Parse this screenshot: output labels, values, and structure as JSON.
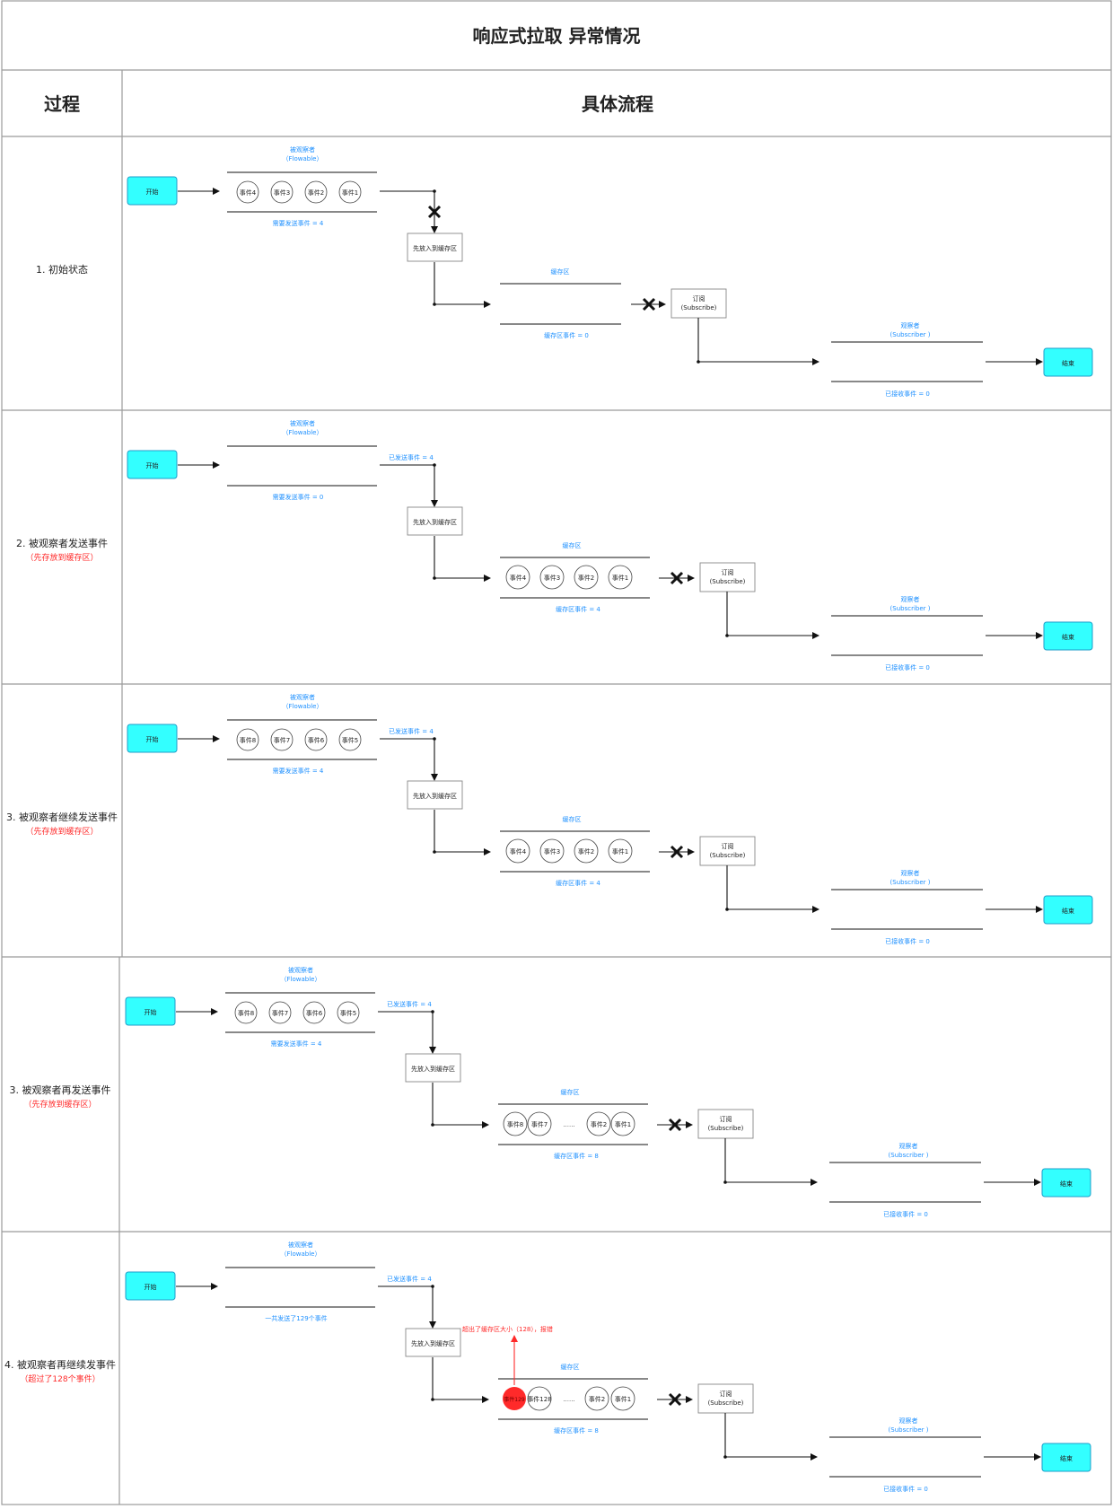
{
  "title": "响应式拉取 异常情况",
  "header": {
    "process": "过程",
    "flow": "具体流程"
  },
  "common": {
    "start": "开始",
    "end": "结束",
    "observable": "被观察者",
    "observable_type": "（Flowable）",
    "buffer": "缓存区",
    "buffer_first": "先放入到缓存区",
    "subscribe_cn": "订阅",
    "subscribe_en": "(Subscribe)",
    "observer": "观察者",
    "observer_type": "(Subscriber )",
    "sent": "已发送事件 = 4",
    "ellipsis": "......"
  },
  "rows": [
    {
      "label": "1. 初始状态",
      "sublabel": "",
      "obs_events": [
        "事件4",
        "事件3",
        "事件2",
        "事件1"
      ],
      "obs_caption": "需要发送事件 = 4",
      "show_sent": false,
      "show_x_down": true,
      "buffer_events": [],
      "buffer_caption": "缓存区事件 = 0",
      "received": "已接收事件 = 0",
      "overflow": null
    },
    {
      "label": "2. 被观察者发送事件",
      "sublabel": "（先存放到缓存区）",
      "obs_events": [],
      "obs_caption": "需要发送事件 = 0",
      "show_sent": true,
      "show_x_down": false,
      "buffer_events": [
        "事件4",
        "事件3",
        "事件2",
        "事件1"
      ],
      "buffer_caption": "缓存区事件 = 4",
      "received": "已接收事件 = 0",
      "overflow": null
    },
    {
      "label": "3. 被观察者继续发送事件",
      "sublabel": "（先存放到缓存区）",
      "obs_events": [
        "事件8",
        "事件7",
        "事件6",
        "事件5"
      ],
      "obs_caption": "需要发送事件 = 4",
      "show_sent": true,
      "show_x_down": false,
      "buffer_events": [
        "事件4",
        "事件3",
        "事件2",
        "事件1"
      ],
      "buffer_caption": "缓存区事件 = 4",
      "received": "已接收事件 = 0",
      "overflow": null
    },
    {
      "label": "3. 被观察者再发送事件",
      "sublabel": "（先存放到缓存区）",
      "obs_events": [
        "事件8",
        "事件7",
        "事件6",
        "事件5"
      ],
      "obs_caption": "需要发送事件 = 4",
      "show_sent": true,
      "show_x_down": false,
      "buffer_events": [
        "事件8",
        "事件7",
        "......",
        "事件2",
        "事件1"
      ],
      "buffer_caption": "缓存区事件 = 8",
      "received": "已接收事件 = 0",
      "overflow": null
    },
    {
      "label": "4. 被观察者再继续发事件",
      "sublabel": "（超过了128个事件）",
      "obs_events": [],
      "obs_caption": "一共发送了129个事件",
      "show_sent": true,
      "show_x_down": false,
      "buffer_events": [
        "事件128",
        "......",
        "事件2",
        "事件1"
      ],
      "buffer_caption": "缓存区事件 = 8",
      "received": "已接收事件 = 0",
      "overflow": {
        "event": "事件129",
        "note": "超出了缓存区大小（128），报错"
      }
    }
  ],
  "colors": {
    "accent": "#1e90ff",
    "start_fill": "#33ffff",
    "start_stroke": "#1f9ec9",
    "warning": "#ff2a2a",
    "grid": "#9b9b9b"
  }
}
